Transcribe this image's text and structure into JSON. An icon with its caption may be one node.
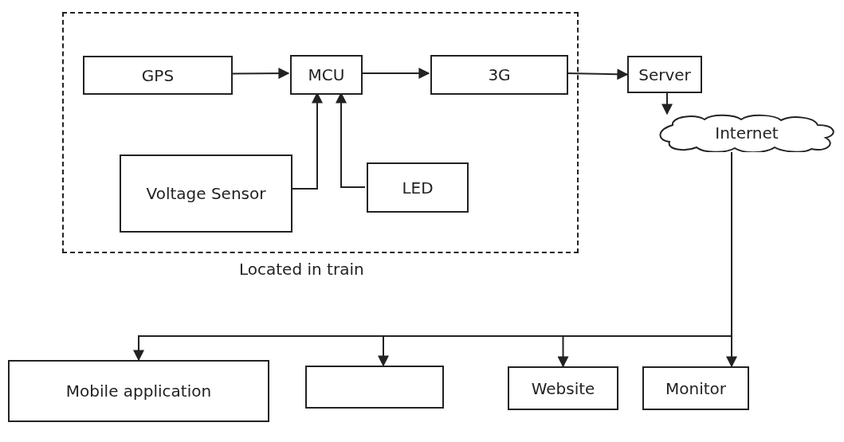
{
  "diagram": {
    "nodes": [
      {
        "text": [],
        "shape": "box",
        "beside": [
          "Located in train"
        ]
      },
      {
        "text": [
          "GPS"
        ],
        "in": 0
      },
      {
        "text": [
          "MCU"
        ],
        "in": 0
      },
      {
        "text": [
          "3G"
        ],
        "in": 0
      },
      {
        "text": [
          "Voltage Sensor"
        ],
        "in": 0
      },
      {
        "text": [
          "LED"
        ],
        "in": 0
      },
      {
        "text": [
          "Server"
        ]
      },
      {
        "text": [
          "Internet"
        ]
      },
      {
        "text": [
          "Mobile application"
        ]
      },
      {
        "text": [],
        "shape": "box"
      },
      {
        "text": [
          "Website"
        ]
      },
      {
        "text": [
          "Monitor"
        ]
      }
    ],
    "edges": [
      {
        "from": 1,
        "to": 2,
        "arrow": "to"
      },
      {
        "from": 2,
        "to": 3,
        "arrow": "to"
      },
      {
        "from": 3,
        "to": 6,
        "arrow": "to"
      },
      {
        "from": 4,
        "to": 2,
        "arrow": "to"
      },
      {
        "from": 5,
        "to": 2,
        "arrow": "to"
      },
      {
        "from": 6,
        "to": 7,
        "arrow": "to"
      },
      {
        "from": 7,
        "to": 8,
        "arrow": "to"
      },
      {
        "from": 7,
        "to": 9,
        "arrow": "to"
      },
      {
        "from": 7,
        "to": 10,
        "arrow": "to"
      },
      {
        "from": 7,
        "to": 11,
        "arrow": "to"
      }
    ]
  }
}
